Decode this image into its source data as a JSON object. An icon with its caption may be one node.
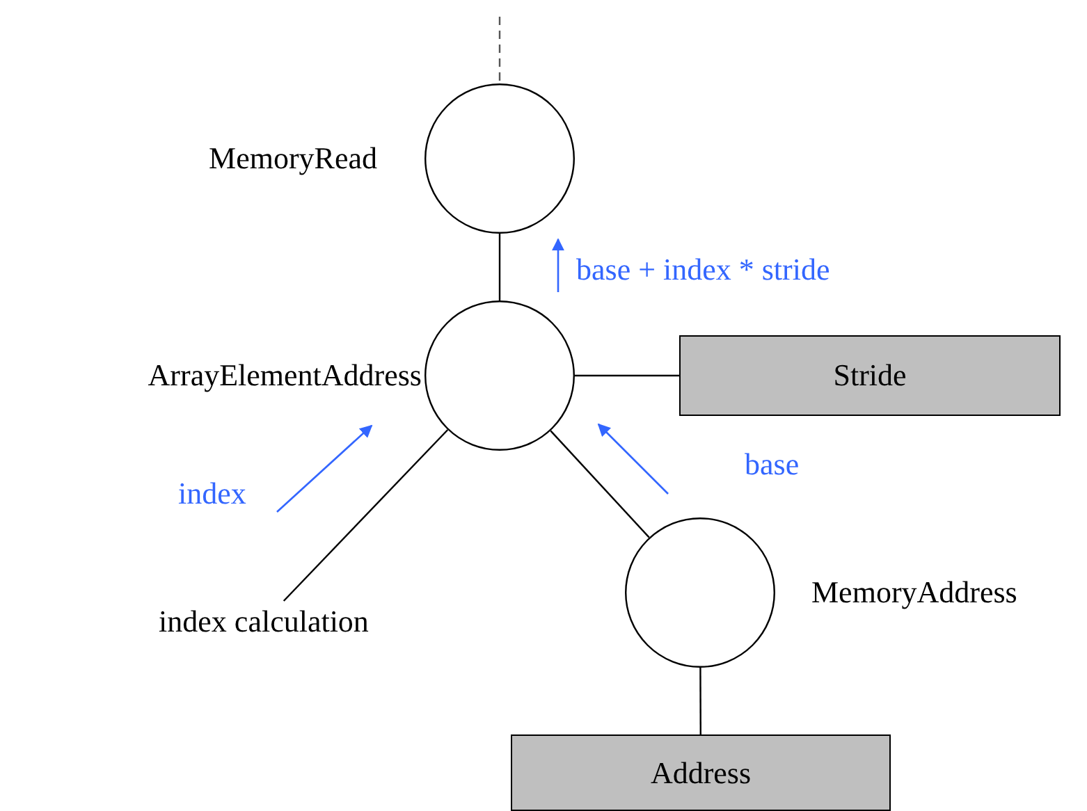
{
  "diagram": {
    "nodes": [
      {
        "text": [],
        "shape": "circle",
        "beside": [
          "MemoryRead"
        ]
      },
      {
        "text": [],
        "shape": "circle",
        "beside": [
          "ArrayElementAddress"
        ]
      },
      {
        "text": [
          "Stride"
        ]
      },
      {
        "text": [],
        "shape": "circle",
        "beside": [
          "MemoryAddress"
        ]
      },
      {
        "text": [
          "Address"
        ]
      },
      {
        "text": [
          "index calculation"
        ]
      }
    ],
    "edges": [
      {
        "from": null,
        "to": 0,
        "arrow": "none",
        "style": "dashed",
        "color": "#555555"
      },
      {
        "from": 0,
        "to": 1,
        "arrow": "none"
      },
      {
        "from": 1,
        "to": 2,
        "arrow": "none"
      },
      {
        "from": 1,
        "to": 5,
        "arrow": "none"
      },
      {
        "from": 1,
        "to": 3,
        "arrow": "none"
      },
      {
        "from": 3,
        "to": 4,
        "arrow": "none"
      }
    ],
    "labels": [
      "base + index * stride",
      "index",
      "base"
    ]
  }
}
